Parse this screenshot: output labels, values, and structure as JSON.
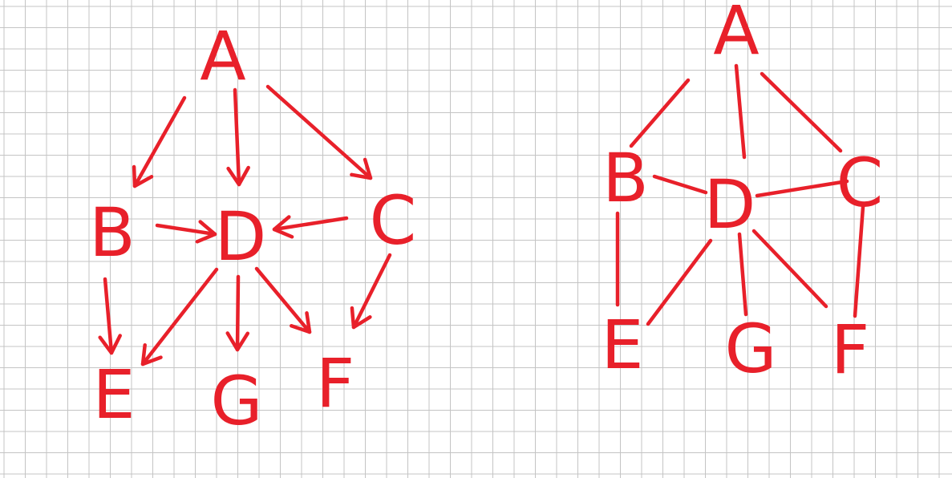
{
  "ink_color": "#e8202a",
  "grid_color": "#c4c4c4",
  "diagrams": [
    {
      "id": "directed",
      "directed": true,
      "nodes": [
        {
          "id": "A",
          "label": "A"
        },
        {
          "id": "B",
          "label": "B"
        },
        {
          "id": "C",
          "label": "C"
        },
        {
          "id": "D",
          "label": "D"
        },
        {
          "id": "E",
          "label": "E"
        },
        {
          "id": "G",
          "label": "G"
        },
        {
          "id": "F",
          "label": "F"
        }
      ],
      "edges": [
        {
          "from": "A",
          "to": "B"
        },
        {
          "from": "A",
          "to": "D"
        },
        {
          "from": "A",
          "to": "C"
        },
        {
          "from": "B",
          "to": "D"
        },
        {
          "from": "C",
          "to": "D"
        },
        {
          "from": "B",
          "to": "E"
        },
        {
          "from": "D",
          "to": "E"
        },
        {
          "from": "D",
          "to": "G"
        },
        {
          "from": "D",
          "to": "F"
        },
        {
          "from": "C",
          "to": "F"
        }
      ]
    },
    {
      "id": "undirected",
      "directed": false,
      "nodes": [
        {
          "id": "A",
          "label": "A"
        },
        {
          "id": "B",
          "label": "B"
        },
        {
          "id": "C",
          "label": "C"
        },
        {
          "id": "D",
          "label": "D"
        },
        {
          "id": "E",
          "label": "E"
        },
        {
          "id": "G",
          "label": "G"
        },
        {
          "id": "F",
          "label": "F"
        }
      ],
      "edges": [
        {
          "from": "A",
          "to": "B"
        },
        {
          "from": "A",
          "to": "D"
        },
        {
          "from": "A",
          "to": "C"
        },
        {
          "from": "B",
          "to": "D"
        },
        {
          "from": "D",
          "to": "C"
        },
        {
          "from": "B",
          "to": "E"
        },
        {
          "from": "D",
          "to": "E"
        },
        {
          "from": "D",
          "to": "G"
        },
        {
          "from": "D",
          "to": "F"
        },
        {
          "from": "C",
          "to": "F"
        }
      ]
    }
  ]
}
